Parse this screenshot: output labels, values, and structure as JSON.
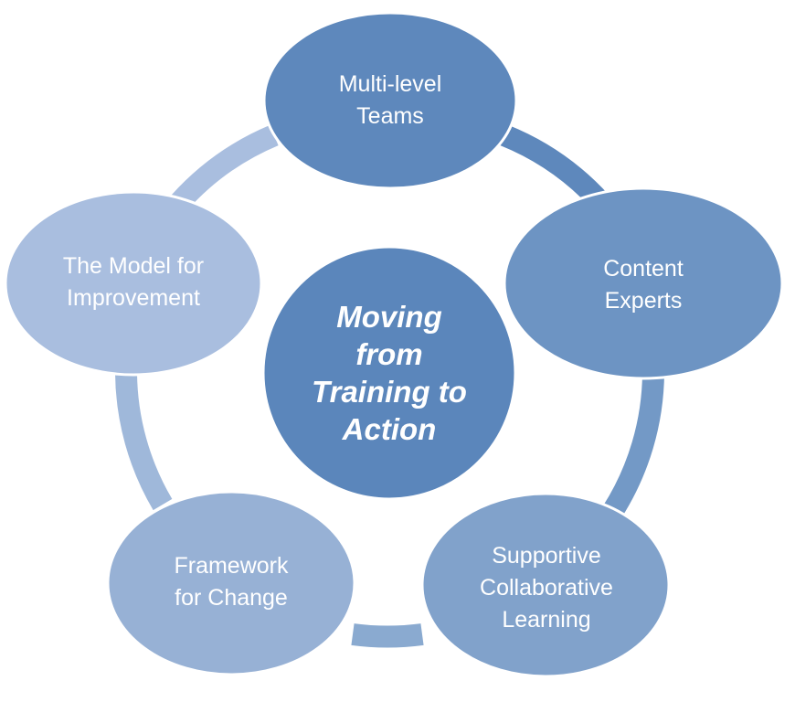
{
  "center": {
    "text": "Moving\nfrom\nTraining to\nAction"
  },
  "nodes": [
    {
      "id": "multi-level-teams",
      "label": "Multi-level\nTeams"
    },
    {
      "id": "content-experts",
      "label": "Content\nExperts"
    },
    {
      "id": "supportive-collaborative-learning",
      "label": "Supportive\nCollaborative\nLearning"
    },
    {
      "id": "framework-for-change",
      "label": "Framework\nfor Change"
    },
    {
      "id": "model-for-improvement",
      "label": "The Model for\nImprovement"
    }
  ],
  "colors": {
    "center": "#5b86bb",
    "multi_level_teams": "#5e88bc",
    "content_experts": "#6d94c3",
    "supportive_collaborative_learning": "#81a2cb",
    "framework_for_change": "#97b1d5",
    "model_for_improvement": "#a9bedf",
    "ring_start": "#5c86bb",
    "ring_end": "#a9bedf"
  }
}
